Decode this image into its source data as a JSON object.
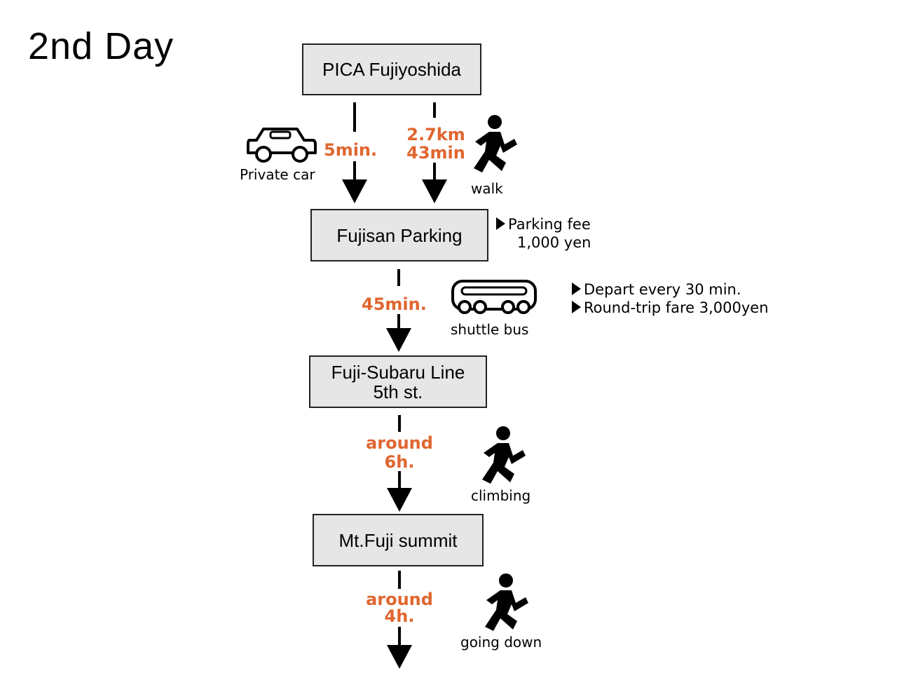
{
  "title": "2nd Day",
  "nodes": {
    "pica": "PICA Fujiyoshida",
    "parking": "Fujisan Parking",
    "fifth_line1": "Fuji-Subaru Line",
    "fifth_line2": "5th st.",
    "summit": "Mt.Fuji summit"
  },
  "legs": {
    "car_time": "5min.",
    "car_label": "Private car",
    "walk_distance": "2.7km",
    "walk_time": "43min",
    "walk_label": "walk",
    "bus_time": "45min.",
    "bus_label": "shuttle bus",
    "climb_time_1": "around",
    "climb_time_2": "6h.",
    "climb_label": "climbing",
    "down_time_1": "around",
    "down_time_2": "4h.",
    "down_label": "going down"
  },
  "notes": {
    "parking_fee_1": "Parking fee",
    "parking_fee_2": "1,000 yen",
    "bus_depart": "Depart every 30 min.",
    "bus_fare": "Round-trip fare 3,000yen"
  },
  "colors": {
    "accent": "#e0662f",
    "box_fill": "#e6e6e6"
  },
  "icons": [
    "car-icon",
    "walking-person-icon",
    "bus-icon",
    "climbing-person-icon",
    "going-down-person-icon"
  ]
}
